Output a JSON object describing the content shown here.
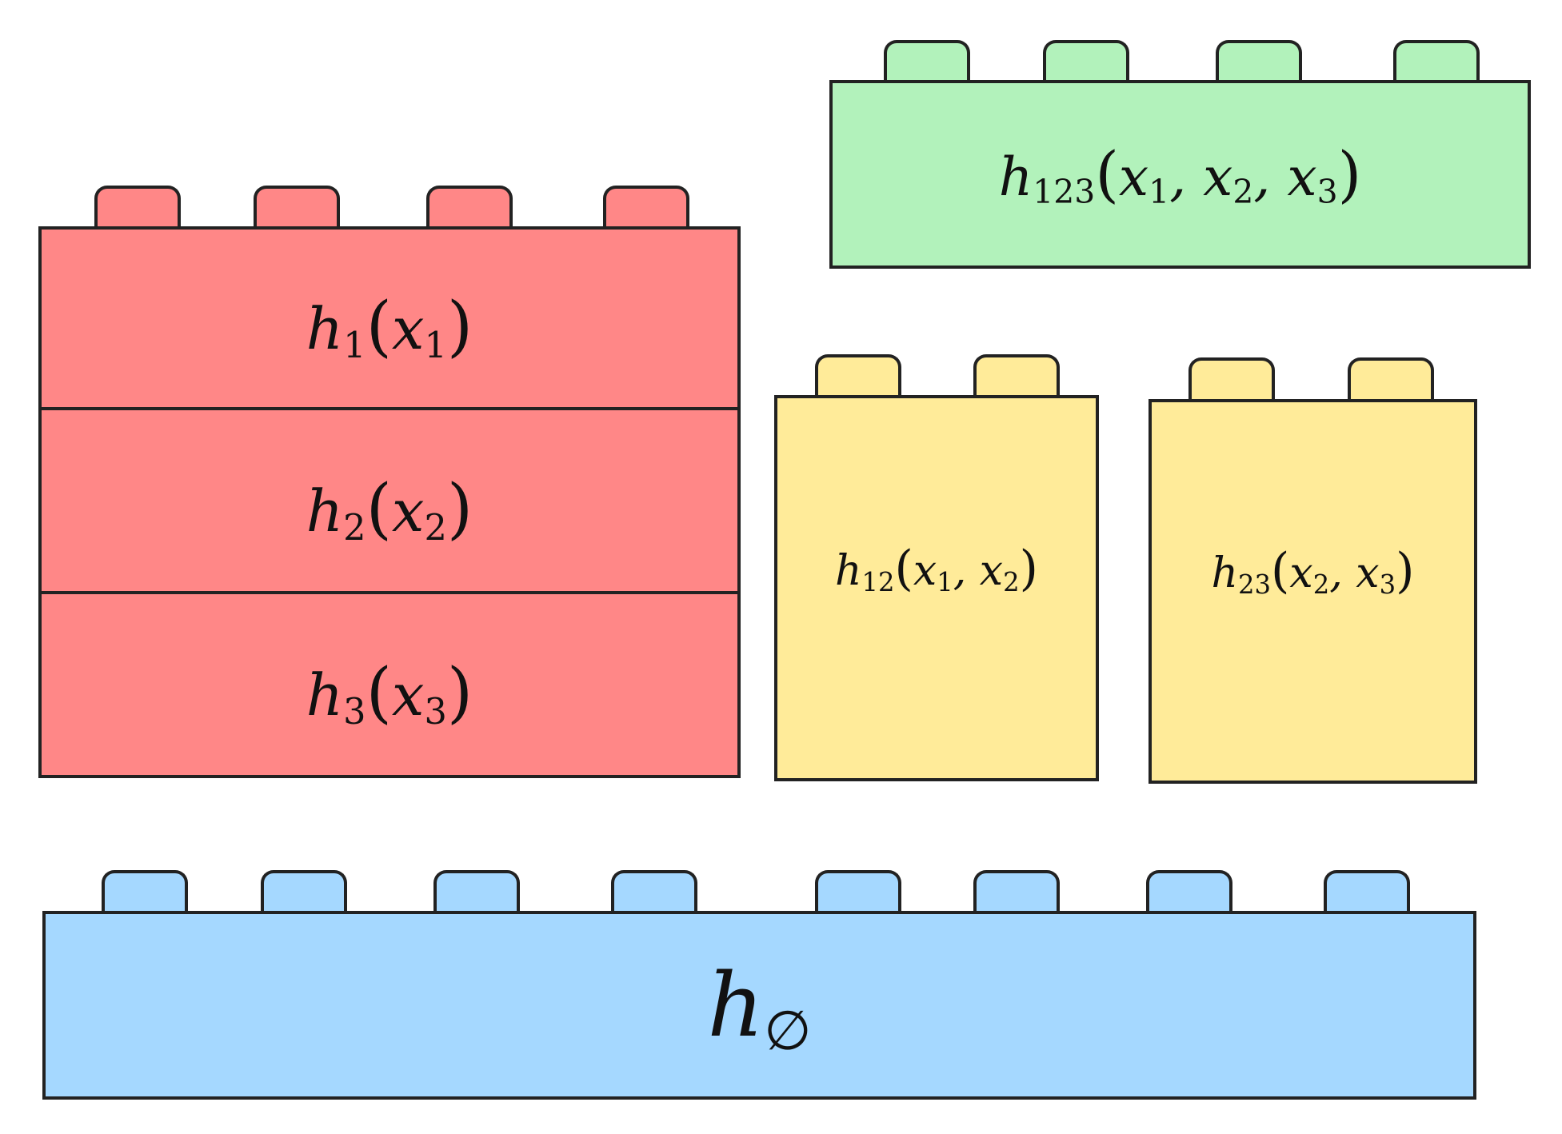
{
  "colors": {
    "red": "#ff8787",
    "green": "#b2f2bb",
    "yellow": "#ffeb99",
    "blue": "#a5d8ff",
    "outline": "#222222"
  },
  "blocks": {
    "h1": {
      "fn": "h",
      "sub": "1",
      "args": [
        {
          "v": "x",
          "s": "1"
        }
      ]
    },
    "h2": {
      "fn": "h",
      "sub": "2",
      "args": [
        {
          "v": "x",
          "s": "2"
        }
      ]
    },
    "h3": {
      "fn": "h",
      "sub": "3",
      "args": [
        {
          "v": "x",
          "s": "3"
        }
      ]
    },
    "h12": {
      "fn": "h",
      "sub": "12",
      "args": [
        {
          "v": "x",
          "s": "1"
        },
        {
          "v": "x",
          "s": "2"
        }
      ]
    },
    "h23": {
      "fn": "h",
      "sub": "23",
      "args": [
        {
          "v": "x",
          "s": "2"
        },
        {
          "v": "x",
          "s": "3"
        }
      ]
    },
    "h123": {
      "fn": "h",
      "sub": "123",
      "args": [
        {
          "v": "x",
          "s": "1"
        },
        {
          "v": "x",
          "s": "2"
        },
        {
          "v": "x",
          "s": "3"
        }
      ]
    },
    "h0": {
      "fn": "h",
      "sub": "∅"
    }
  },
  "punct": {
    "open": "(",
    "close": ")",
    "sep": ", "
  }
}
